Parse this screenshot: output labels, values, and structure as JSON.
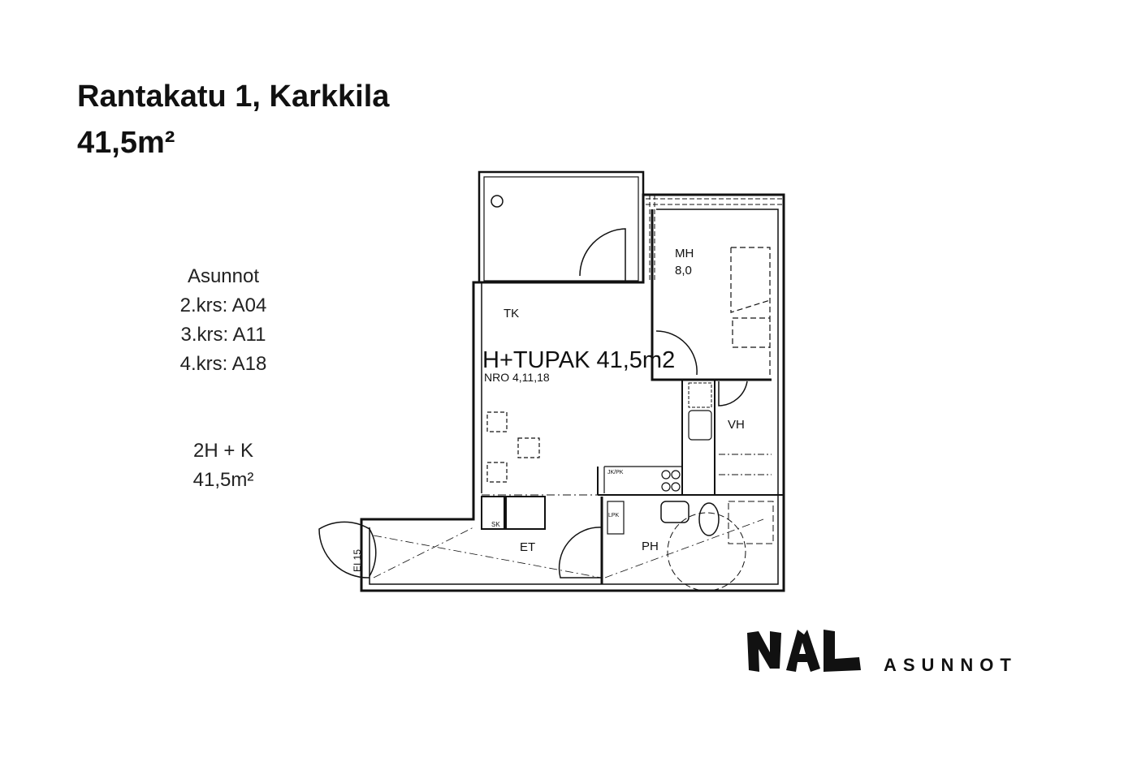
{
  "header": {
    "address": "Rantakatu 1, Karkkila",
    "area": "41,5m²"
  },
  "apartments": {
    "heading": "Asunnot",
    "floors": [
      "2.krs: A04",
      "3.krs: A11",
      "4.krs: A18"
    ],
    "type": "2H + K",
    "area": "41,5m²"
  },
  "floorplan": {
    "type_label": "H+TUPAK 41,5m2",
    "numbers_label": "NRO 4,11,18",
    "rooms": {
      "tk": "TK",
      "mh": "MH",
      "mh_area": "8,0",
      "vh": "VH",
      "et": "ET",
      "ph": "PH",
      "sk": "SK",
      "lpk": "LPK",
      "jkpk": "JK/PK"
    },
    "door_label": "EI 15"
  },
  "logo": {
    "brand": "NAL",
    "sub": "ASUNNOT"
  }
}
